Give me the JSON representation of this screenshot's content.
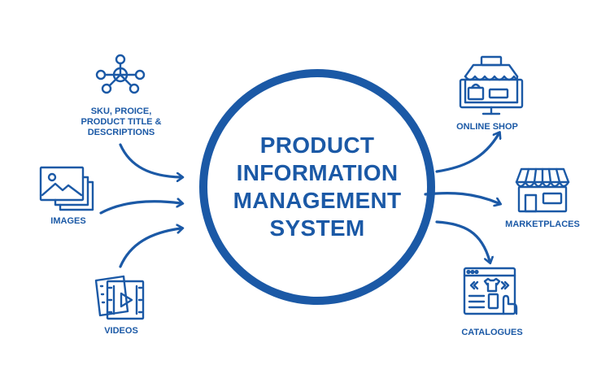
{
  "center": {
    "title": "PRODUCT\nINFORMATION\nMANAGEMENT\nSYSTEM"
  },
  "inputs": {
    "sku": "SKU, PROICE,\nPRODUCT TITLE &\nDESCRIPTIONS",
    "images": "IMAGES",
    "videos": "VIDEOS"
  },
  "outputs": {
    "online_shop": "ONLINE SHOP",
    "marketplaces": "MARKETPLACES",
    "catalogues": "CATALOGUES"
  },
  "colors": {
    "primary": "#1b59a6",
    "background": "#ffffff"
  },
  "icons": {
    "sku": "network-nodes-icon",
    "images": "image-stack-icon",
    "videos": "video-frames-icon",
    "online_shop": "online-shop-monitor-icon",
    "marketplaces": "storefront-awning-icon",
    "catalogues": "catalogue-browser-icon"
  }
}
